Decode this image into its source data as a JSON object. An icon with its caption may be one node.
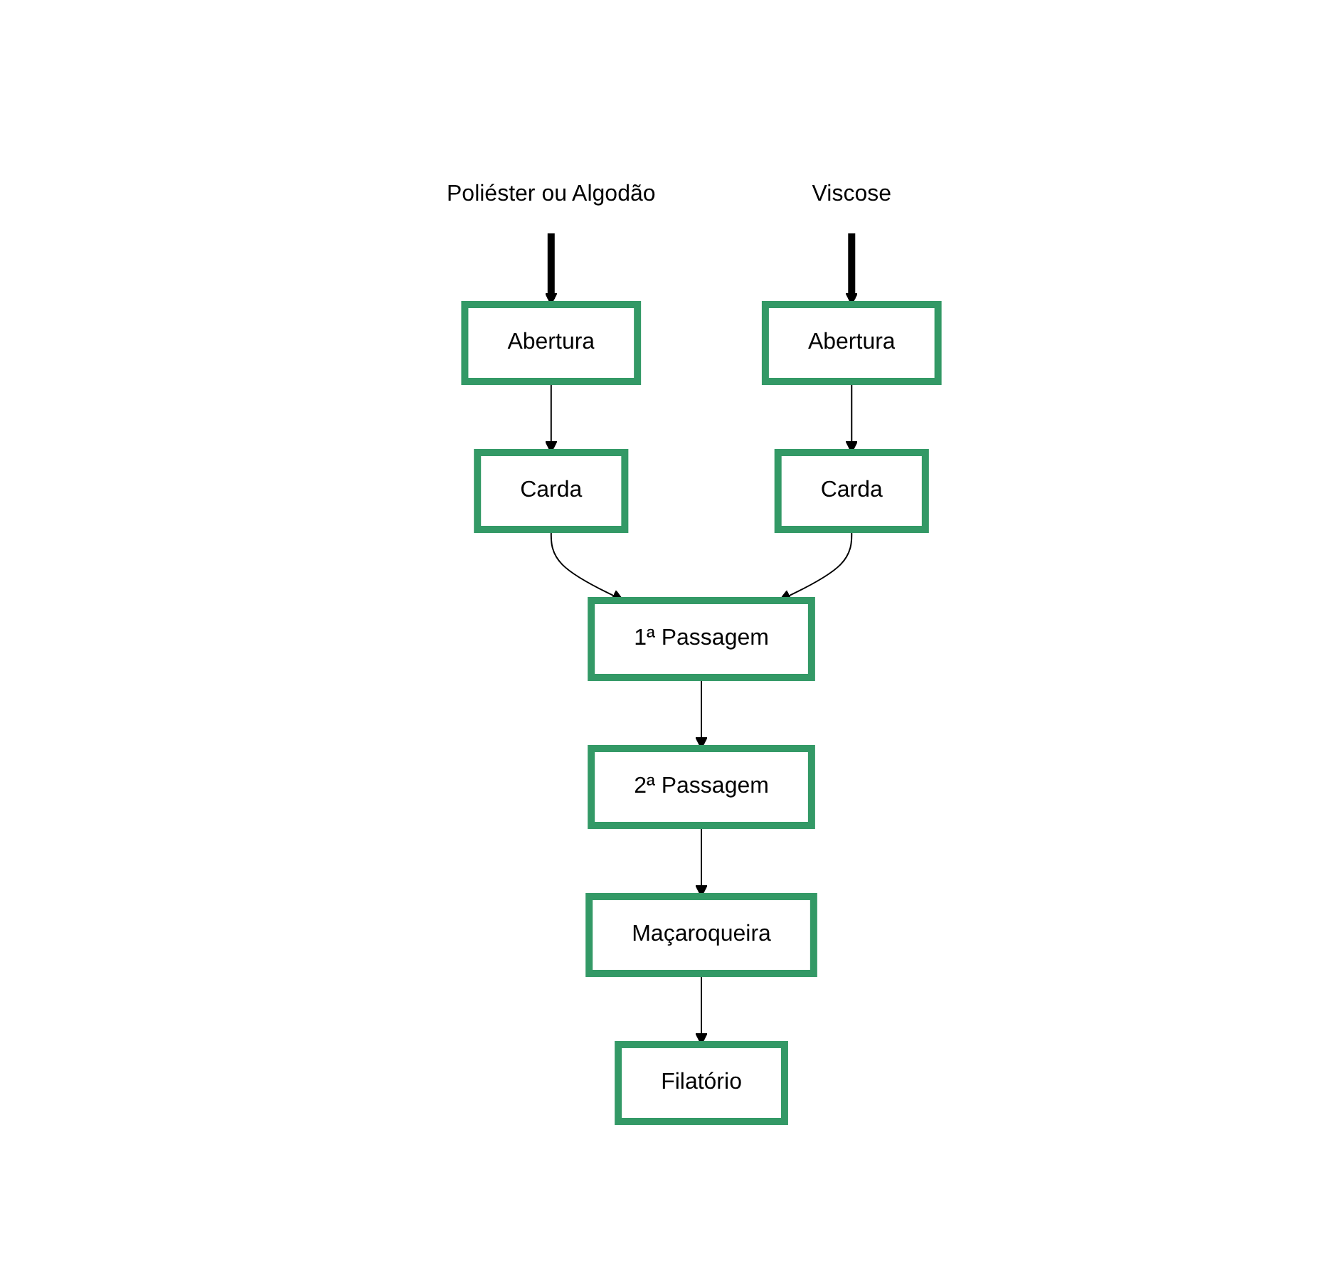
{
  "diagram": {
    "nodes": [
      {
        "text": [
          "Poliéster ou Algodão"
        ]
      },
      {
        "text": [
          "Viscose"
        ]
      },
      {
        "text": [
          "Abertura"
        ]
      },
      {
        "text": [
          "Abertura"
        ]
      },
      {
        "text": [
          "Carda"
        ]
      },
      {
        "text": [
          "Carda"
        ]
      },
      {
        "text": [
          "1ª Passagem"
        ]
      },
      {
        "text": [
          "2ª Passagem"
        ]
      },
      {
        "text": [
          "Maçaroqueira"
        ]
      },
      {
        "text": [
          "Filatório"
        ]
      }
    ],
    "edges": [
      {
        "from": 0,
        "to": 2,
        "arrow": "to",
        "style": "thick"
      },
      {
        "from": 1,
        "to": 3,
        "arrow": "to",
        "style": "thick"
      },
      {
        "from": 2,
        "to": 4,
        "arrow": "to"
      },
      {
        "from": 3,
        "to": 5,
        "arrow": "to"
      },
      {
        "from": 4,
        "to": 6,
        "arrow": "to"
      },
      {
        "from": 5,
        "to": 6,
        "arrow": "to"
      },
      {
        "from": 6,
        "to": 7,
        "arrow": "to"
      },
      {
        "from": 7,
        "to": 8,
        "arrow": "to"
      },
      {
        "from": 8,
        "to": 9,
        "arrow": "to"
      }
    ]
  }
}
